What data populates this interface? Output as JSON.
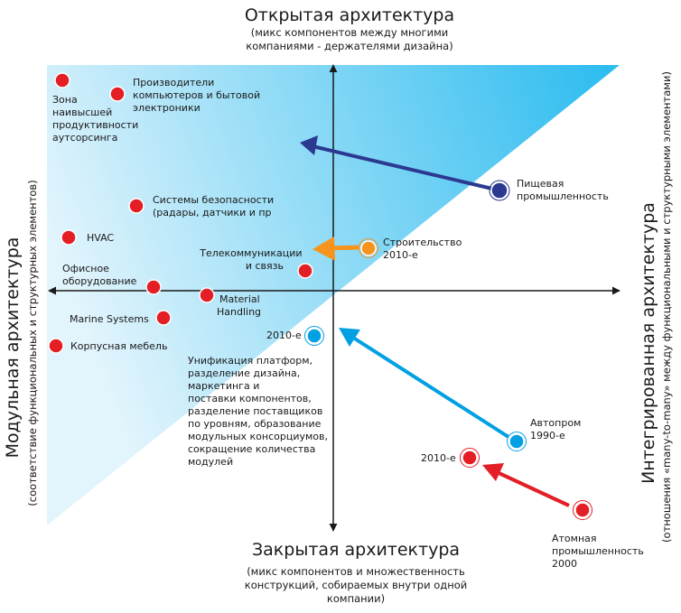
{
  "axes": {
    "top": {
      "title": "Открытая архитектура",
      "sub": [
        "(микс компонентов между многими",
        "компаниями - держателями дизайна)"
      ]
    },
    "bottom": {
      "title": "Закрытая архитектура",
      "sub": [
        "(микс компонентов и множественность",
        "конструкций, собираемых внутри одной",
        "компании)"
      ]
    },
    "left": {
      "title": "Модульная архитектура",
      "sub": "(соответствие функциональных и структурных элементов)"
    },
    "right": {
      "title": "Интегрированная архитектура",
      "sub": "(отношения «many-to-many» между функциональными и структурными элементами)"
    }
  },
  "points": [
    {
      "id": "zona",
      "lines": [
        "Зона",
        "наивысшей",
        "продуктивности",
        "аутсорсинга"
      ],
      "color": "#e31e24"
    },
    {
      "id": "computers",
      "lines": [
        "Производители",
        "компьютеров и бытовой",
        "электроники"
      ],
      "color": "#e31e24"
    },
    {
      "id": "security",
      "lines": [
        "Системы безопасности",
        "(радары, датчики и пр"
      ],
      "color": "#e31e24"
    },
    {
      "id": "hvac",
      "lines": [
        "HVAC"
      ],
      "color": "#e31e24"
    },
    {
      "id": "telecom",
      "lines": [
        "Телекоммуникации",
        "и связь"
      ],
      "color": "#e31e24"
    },
    {
      "id": "office",
      "lines": [
        "Офисное",
        "оборудование"
      ],
      "color": "#e31e24"
    },
    {
      "id": "material",
      "lines": [
        "Material",
        "Handling"
      ],
      "color": "#e31e24"
    },
    {
      "id": "marine",
      "lines": [
        "Marine Systems"
      ],
      "color": "#e31e24"
    },
    {
      "id": "furniture",
      "lines": [
        "Корпусная мебель"
      ],
      "color": "#e31e24"
    },
    {
      "id": "food",
      "lines": [
        "Пищевая",
        "промышленность"
      ],
      "color": "#2b3990"
    },
    {
      "id": "construction",
      "lines": [
        "Строительство",
        "2010-е"
      ],
      "color": "#f7941d"
    },
    {
      "id": "auto2010",
      "lines": [
        "2010-е"
      ],
      "color": "#00a0e3"
    },
    {
      "id": "auto1990",
      "lines": [
        "Автопром",
        "1990-е"
      ],
      "color": "#00a0e3"
    },
    {
      "id": "nuclear2010",
      "lines": [
        "2010-е"
      ],
      "color": "#e31e24"
    },
    {
      "id": "nuclear2000",
      "lines": [
        "Атомная",
        "промышленность",
        "2000"
      ],
      "color": "#e31e24"
    }
  ],
  "auto_note": [
    "Унификация платформ,",
    "разделение дизайна,",
    "маркетинга и",
    "поставки компонентов,",
    "разделение поставщиков",
    "по уровням, образование",
    "модульных консорциумов,",
    "сокращение количества",
    "модулей"
  ],
  "colors": {
    "red": "#e31e24",
    "navy": "#2b3990",
    "orange": "#f7941d",
    "blue": "#00a0e3",
    "zone_light": "#dff3fc",
    "zone_dark": "#2bbbee"
  }
}
